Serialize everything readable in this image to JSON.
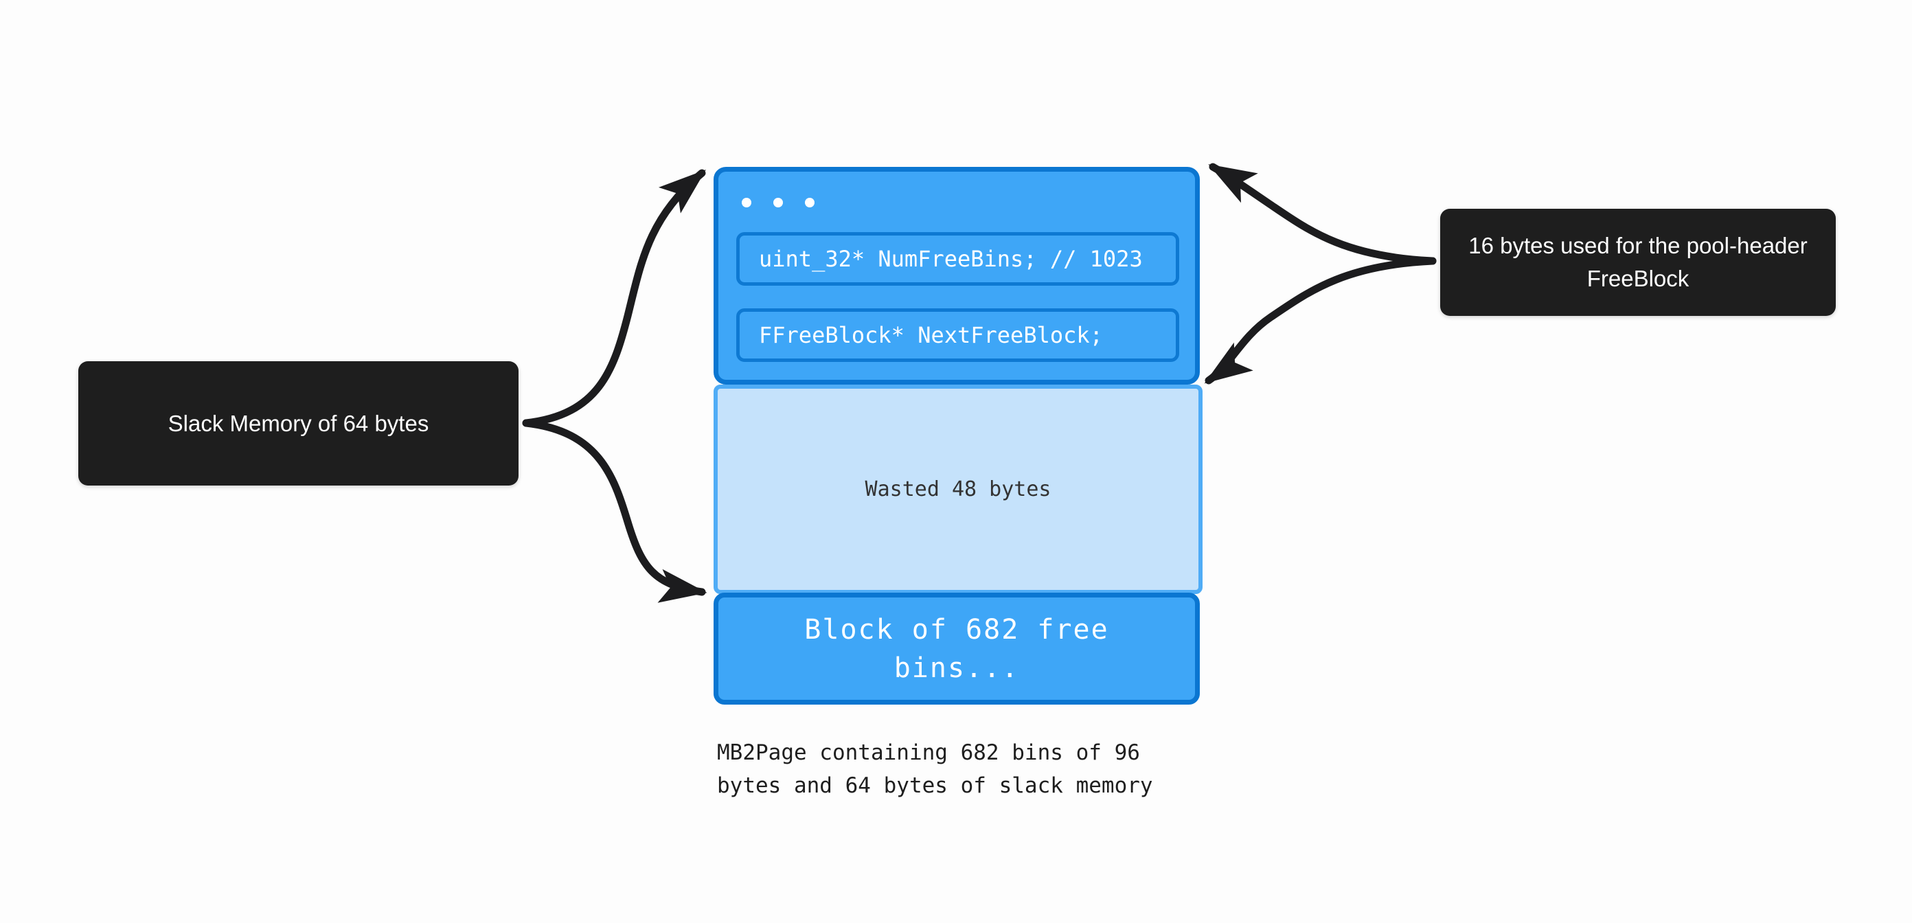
{
  "colors": {
    "background": "#FDFDFD",
    "label_bg": "#1E1E1E",
    "label_text": "#FFFFFF",
    "block_fill": "#3EA6F7",
    "block_border": "#0B76D1",
    "wasted_fill": "#C5E2FB",
    "wasted_border": "#4FACF6",
    "arrow": "#1C1C1E"
  },
  "annotations": {
    "slack_label": "Slack Memory of 64 bytes",
    "pool_header_label": "16 bytes used for the pool-header FreeBlock"
  },
  "pool": {
    "header": {
      "dots_icon": "ellipsis-dots",
      "rows": [
        {
          "code": "uint_32* NumFreeBins; // 1023"
        },
        {
          "code": "FFreeBlock* NextFreeBlock;"
        }
      ]
    },
    "wasted_text": "Wasted 48 bytes",
    "free_block_text": "Block of 682 free bins...",
    "caption": "MB2Page containing 682 bins of 96 bytes and 64 bytes of slack memory"
  }
}
